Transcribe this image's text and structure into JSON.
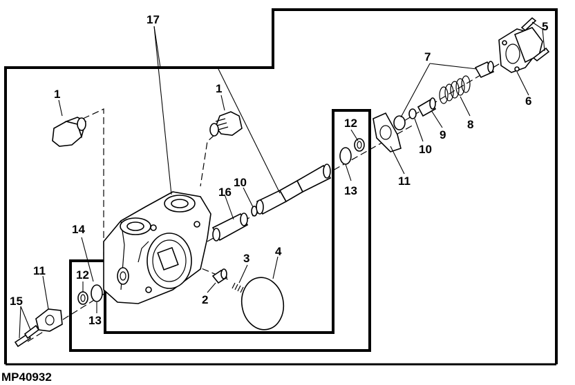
{
  "figure": {
    "caption": "MP40932",
    "callouts": {
      "c1a": "1",
      "c1b": "1",
      "c2": "2",
      "c3": "3",
      "c4": "4",
      "c5": "5",
      "c6": "6",
      "c7": "7",
      "c8": "8",
      "c9": "9",
      "c10a": "10",
      "c10b": "10",
      "c11a": "11",
      "c11b": "11",
      "c12a": "12",
      "c12b": "12",
      "c13a": "13",
      "c13b": "13",
      "c14": "14",
      "c15": "15",
      "c16": "16",
      "c17": "17"
    }
  }
}
